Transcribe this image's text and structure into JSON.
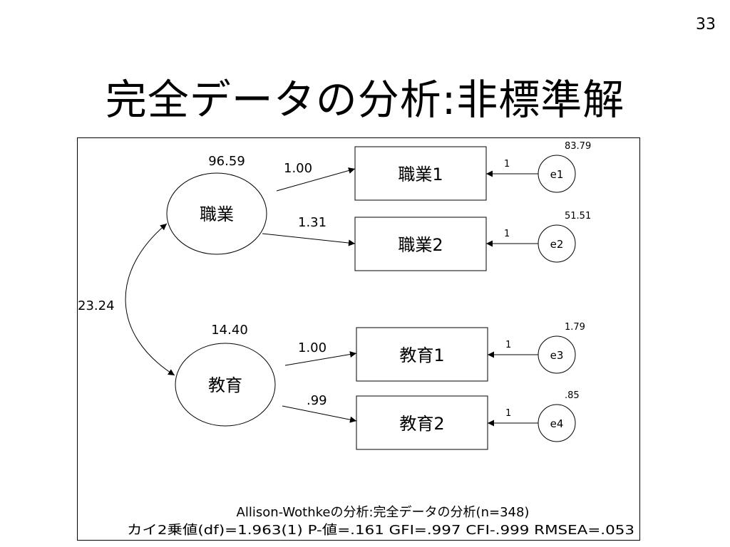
{
  "slide": {
    "number": "33",
    "title": "完全データの分析:非標準解"
  },
  "diagram": {
    "latents": [
      {
        "id": "shokugyo",
        "label": "職業",
        "variance": "96.59"
      },
      {
        "id": "kyoiku",
        "label": "教育",
        "variance": "14.40"
      }
    ],
    "observed": [
      {
        "id": "shokugyo1",
        "label": "職業1"
      },
      {
        "id": "shokugyo2",
        "label": "職業2"
      },
      {
        "id": "kyoiku1",
        "label": "教育1"
      },
      {
        "id": "kyoiku2",
        "label": "教育2"
      }
    ],
    "errors": [
      {
        "id": "e1",
        "label": "e1",
        "variance": "83.79",
        "path": "1"
      },
      {
        "id": "e2",
        "label": "e2",
        "variance": "51.51",
        "path": "1"
      },
      {
        "id": "e3",
        "label": "e3",
        "variance": "1.79",
        "path": "1"
      },
      {
        "id": "e4",
        "label": "e4",
        "variance": ".85",
        "path": "1"
      }
    ],
    "loadings": [
      "1.00",
      "1.31",
      "1.00",
      ".99"
    ],
    "covariance": "23.24",
    "caption_line1": "Allison-Wothkeの分析:完全データの分析(n=348)",
    "caption_line2": "カイ2乗値(df)=1.963(1) P-値=.161 GFI=.997 CFI-.999 RMSEA=.053"
  }
}
